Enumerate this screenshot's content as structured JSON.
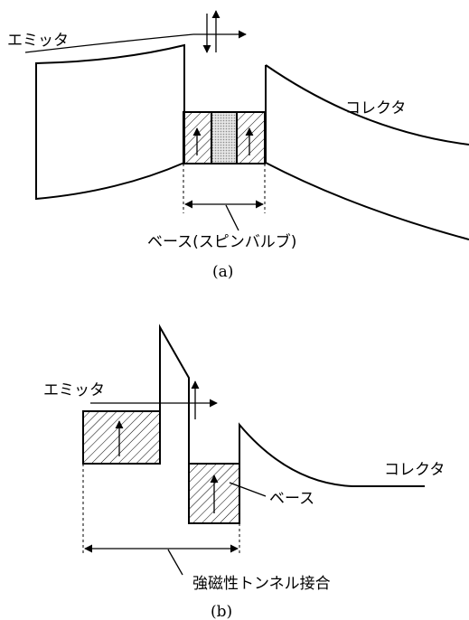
{
  "figure_a": {
    "emitter_label": "エミッタ",
    "collector_label": "コレクタ",
    "base_label": "ベース(スピンバルブ)",
    "caption": "(a)"
  },
  "figure_b": {
    "emitter_label": "エミッタ",
    "collector_label": "コレクタ",
    "base_label": "ベース",
    "junction_label": "強磁性トンネル接合",
    "caption": "(b)"
  }
}
